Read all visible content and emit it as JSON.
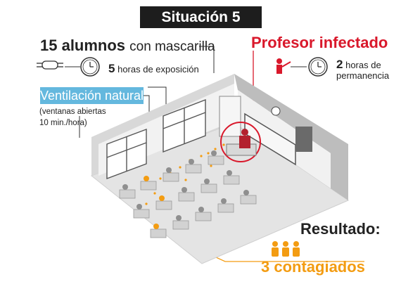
{
  "title": "Situación 5",
  "students": {
    "count_label": "15 alumnos",
    "detail": "con mascarilla",
    "exposure_hours": "5",
    "exposure_label": "horas de exposición"
  },
  "teacher": {
    "label": "Profesor infectado",
    "hours": "2",
    "hours_label_1": "horas de",
    "hours_label_2": "permanencia"
  },
  "ventilation": {
    "label": "Ventilación natural",
    "sub_1": "(ventanas abiertas",
    "sub_2": "10 min./hora)"
  },
  "result": {
    "label": "Resultado:",
    "infected": "3 contagiados",
    "infected_people": 3
  },
  "colors": {
    "accent_red": "#d9182b",
    "accent_orange": "#f39c12",
    "ventilation_blue": "#64b8de",
    "title_bg": "#1d1d1d"
  },
  "icons": [
    "mask-icon",
    "clock-icon",
    "teacher-icon",
    "person-icon"
  ]
}
